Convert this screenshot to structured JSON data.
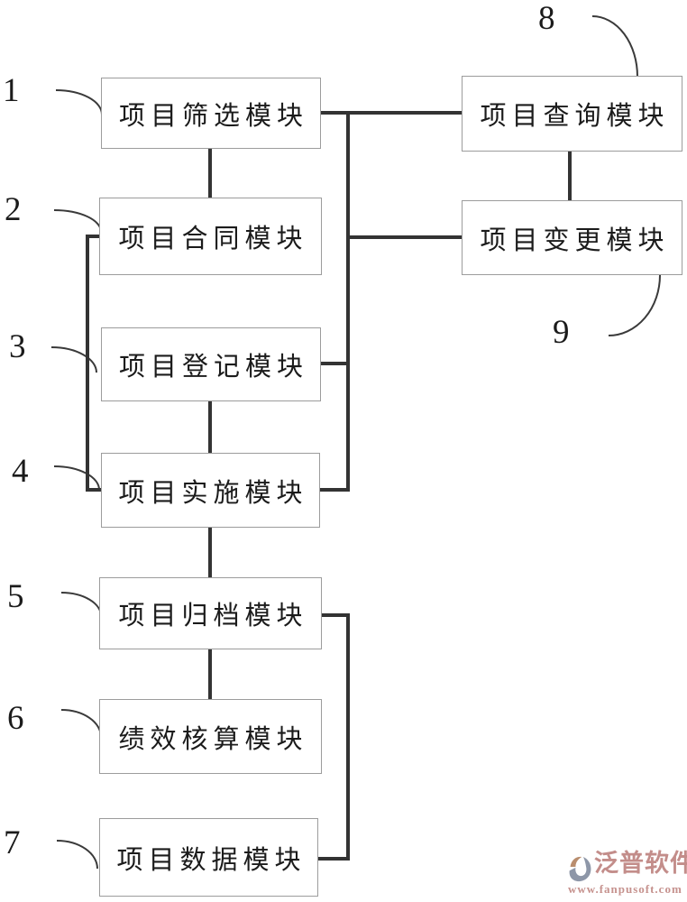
{
  "figure": {
    "title": "project-management-system-block-diagram",
    "modules": [
      {
        "ref": "1",
        "label": "项目筛选模块"
      },
      {
        "ref": "2",
        "label": "项目合同模块"
      },
      {
        "ref": "3",
        "label": "项目登记模块"
      },
      {
        "ref": "4",
        "label": "项目实施模块"
      },
      {
        "ref": "5",
        "label": "项目归档模块"
      },
      {
        "ref": "6",
        "label": "绩效核算模块"
      },
      {
        "ref": "7",
        "label": "项目数据模块"
      },
      {
        "ref": "8",
        "label": "项目查询模块"
      },
      {
        "ref": "9",
        "label": "项目变更模块"
      }
    ],
    "connections": [
      "1-2 vertical",
      "3-4 vertical",
      "4-5 vertical",
      "5-6 vertical",
      "8-9 vertical",
      "1-8 horizontal",
      "trunk links 1, 9, 3, 4 (vertical bus right of left column)",
      "2-4 left side bracket",
      "5-7 right side bracket"
    ],
    "line_color": "#333333",
    "box_border_color": "#9c9c9c",
    "text_color": "#1b1b1b"
  },
  "watermark": {
    "brand": "泛普软件",
    "url": "www.fanpusoft.com",
    "brand_color": "#c38d8a",
    "icon_tan_color": "#b98d6e",
    "icon_gray_color": "#8e97a8"
  }
}
